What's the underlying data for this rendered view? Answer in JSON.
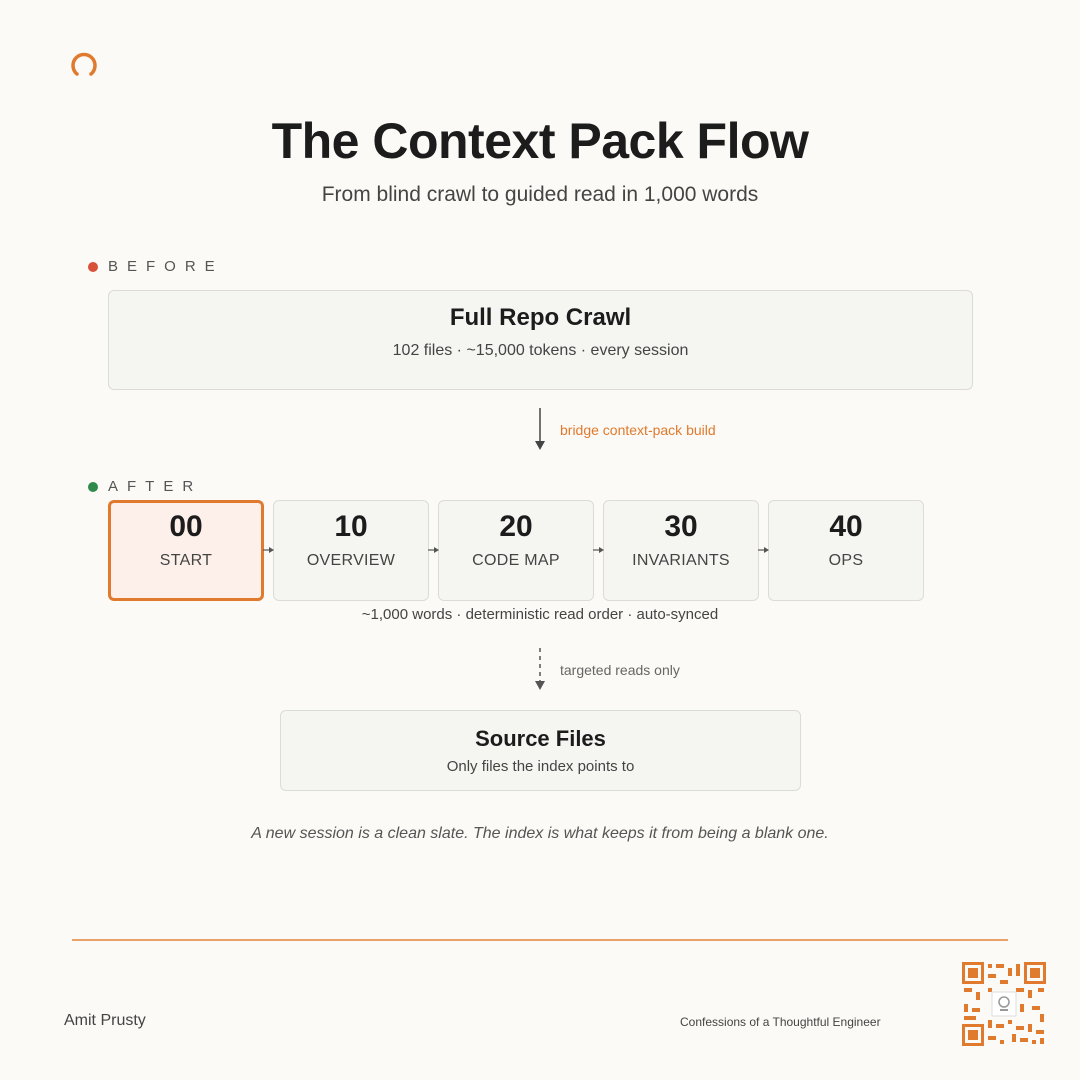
{
  "header": {
    "logo_icon": "circular-arrow-icon",
    "title": "The Context Pack Flow",
    "subtitle": "From blind crawl to guided read in 1,000 words"
  },
  "before": {
    "label": "BEFORE",
    "box_title": "Full Repo Crawl",
    "box_subtitle": "102 files · ~15,000 tokens · every session",
    "arrow_label": "bridge context-pack build"
  },
  "after": {
    "label": "AFTER",
    "steps": [
      {
        "num": "00",
        "name": "START"
      },
      {
        "num": "10",
        "name": "OVERVIEW"
      },
      {
        "num": "20",
        "name": "CODE MAP"
      },
      {
        "num": "30",
        "name": "INVARIANTS"
      },
      {
        "num": "40",
        "name": "OPS"
      }
    ],
    "active_step": "00",
    "caption": "~1,000 words · deterministic read order · auto-synced",
    "arrow_label": "targeted reads only"
  },
  "source": {
    "title": "Source Files",
    "subtitle": "Only files the index points to"
  },
  "quote": "A new session is a clean slate. The index is what keeps it from being a blank one.",
  "footer": {
    "author": "Amit Prusty",
    "brand": "Confessions of a Thoughtful Engineer",
    "qr_icon": "qr-code-icon"
  },
  "colors": {
    "accent": "#e07a2e",
    "before_dot": "#d9503a",
    "after_dot": "#2f8a4c",
    "background": "#fbfaf6"
  }
}
